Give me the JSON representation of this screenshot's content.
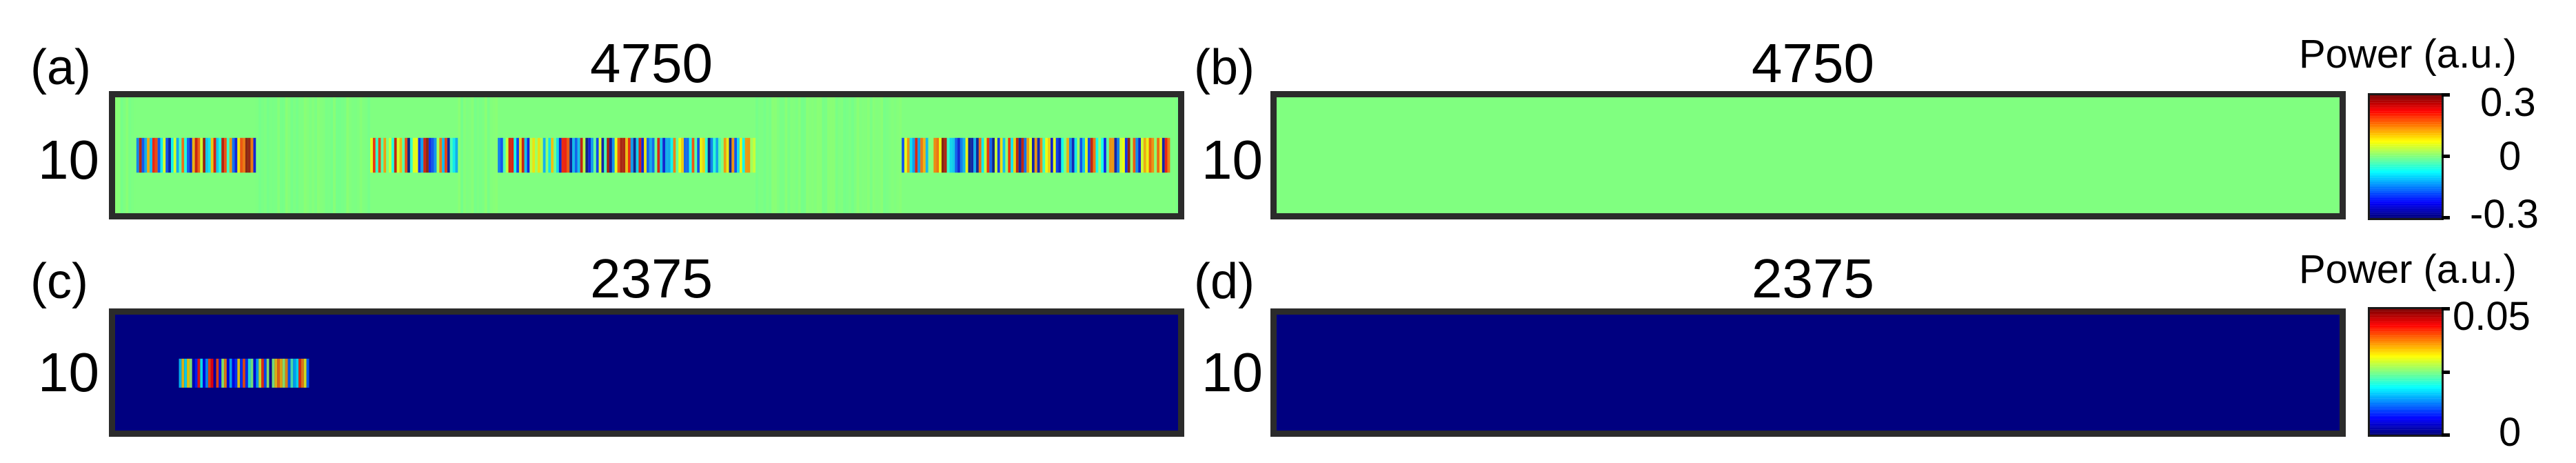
{
  "chart_data": [
    {
      "type": "heatmap",
      "panel": "(a)",
      "title": "4750",
      "yticks": [
        "10"
      ],
      "background_value": 0.0,
      "colormap": "jet",
      "clim": [
        -0.3,
        0.3
      ],
      "activity_bands": [
        [
          0.02,
          0.13
        ],
        [
          0.24,
          0.32
        ],
        [
          0.36,
          0.6
        ],
        [
          0.74,
          0.99
        ]
      ],
      "activity_strength": 0.3
    },
    {
      "type": "heatmap",
      "panel": "(b)",
      "title": "4750",
      "yticks": [
        "10"
      ],
      "background_value": 0.0,
      "colormap": "jet",
      "clim": [
        -0.3,
        0.3
      ],
      "activity_bands": [],
      "activity_strength": 0
    },
    {
      "type": "heatmap",
      "panel": "(c)",
      "title": "2375",
      "yticks": [
        "10"
      ],
      "background_value": 0.0,
      "colormap": "jet",
      "clim": [
        0,
        0.05
      ],
      "activity_bands": [
        [
          0.06,
          0.18
        ]
      ],
      "activity_strength": 0.05
    },
    {
      "type": "heatmap",
      "panel": "(d)",
      "title": "2375",
      "yticks": [
        "10"
      ],
      "background_value": 0.0,
      "colormap": "jet",
      "clim": [
        0,
        0.05
      ],
      "activity_bands": [],
      "activity_strength": 0
    }
  ],
  "colorbars": [
    {
      "title": "Power (a.u.)",
      "ticks": [
        "0.3",
        "0",
        "-0.3"
      ]
    },
    {
      "title": "Power (a.u.)",
      "ticks": [
        "0.05",
        "",
        "0"
      ]
    }
  ]
}
